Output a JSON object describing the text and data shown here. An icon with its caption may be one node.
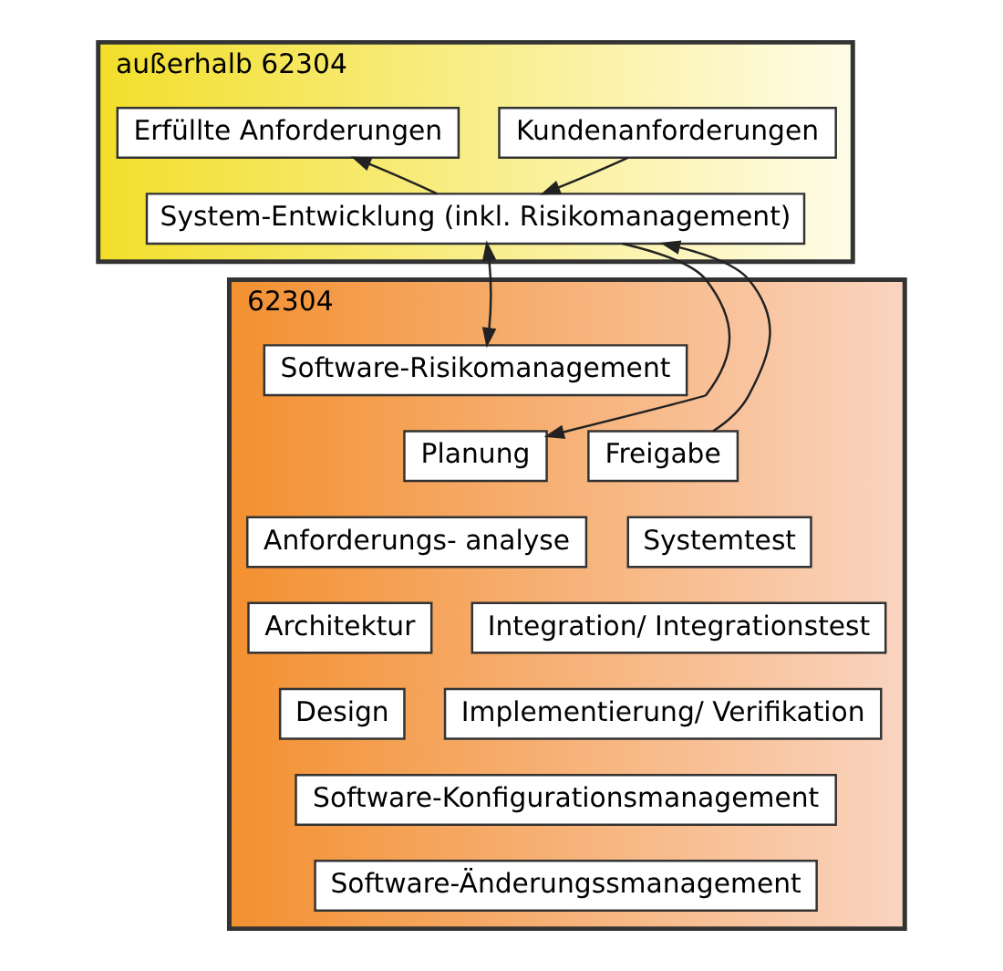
{
  "diagram": {
    "nodes": [
      {
        "text": [
          "außerhalb 62304"
        ]
      },
      {
        "text": [
          "Kundenanforderungen"
        ],
        "in": 0
      },
      {
        "text": [
          "Erfüllte Anforderungen"
        ],
        "in": 0
      },
      {
        "text": [
          "System-Entwicklung (inkl. Risikomanagement)"
        ],
        "in": 0
      },
      {
        "text": [
          "62304"
        ]
      },
      {
        "text": [
          "Software-Risikomanagement"
        ],
        "in": 4
      },
      {
        "text": [
          "Planung"
        ],
        "in": 4
      },
      {
        "text": [
          "Freigabe"
        ],
        "in": 4
      },
      {
        "text": [
          "Anforderungs- analyse"
        ],
        "in": 4
      },
      {
        "text": [
          "Systemtest"
        ],
        "in": 4
      },
      {
        "text": [
          "Architektur"
        ],
        "in": 4
      },
      {
        "text": [
          "Integration/ Integrationstest"
        ],
        "in": 4
      },
      {
        "text": [
          "Design"
        ],
        "in": 4
      },
      {
        "text": [
          "Implementierung/ Verifikation"
        ],
        "in": 4
      },
      {
        "text": [
          "Software-Konfigurationsmanagement"
        ],
        "in": 4
      },
      {
        "text": [
          "Software-Änderungssmanagement"
        ],
        "in": 4
      }
    ],
    "edges": [
      {
        "from": 1,
        "to": 3,
        "arrow": "to"
      },
      {
        "from": 3,
        "to": 2,
        "arrow": "to"
      },
      {
        "from": 3,
        "to": 5,
        "arrow": "both"
      },
      {
        "from": 3,
        "to": 6,
        "arrow": "to"
      },
      {
        "from": 7,
        "to": 3,
        "arrow": "to"
      }
    ]
  }
}
